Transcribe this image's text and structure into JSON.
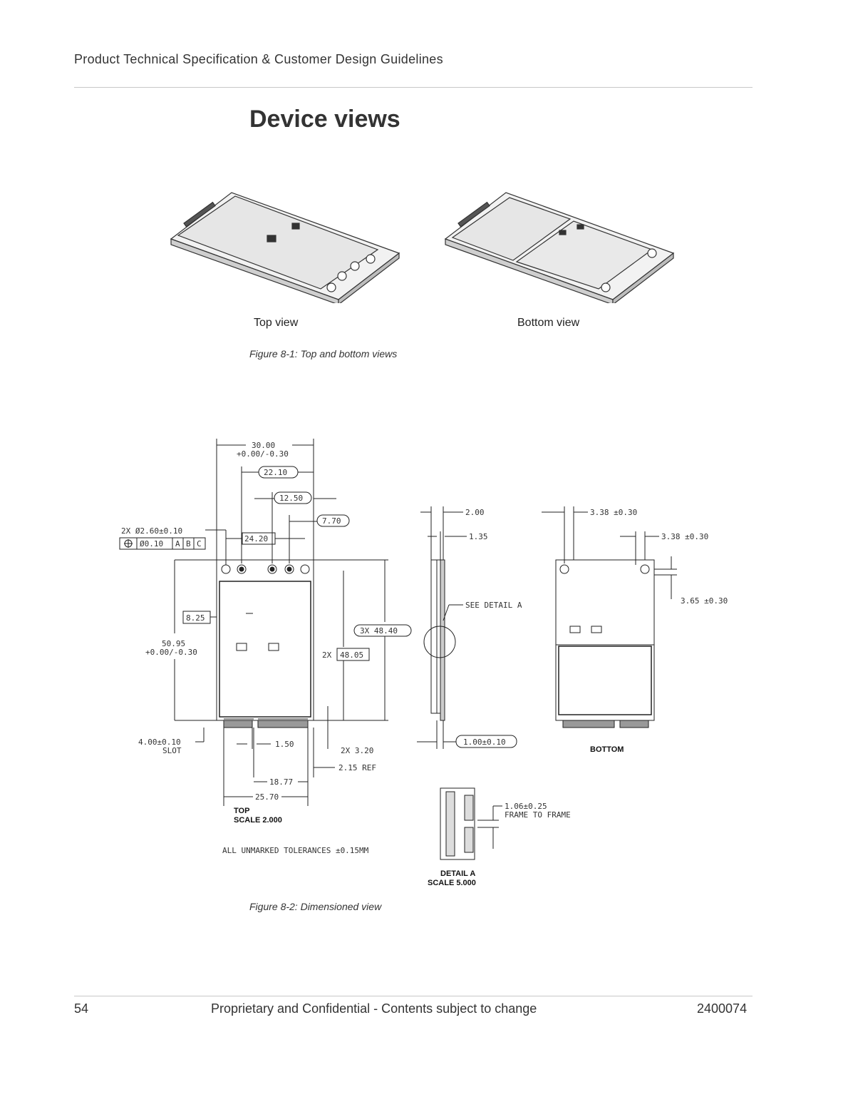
{
  "header": {
    "title": "Product Technical Specification & Customer Design Guidelines"
  },
  "section": {
    "title": "Device views"
  },
  "figure1": {
    "top_label": "Top view",
    "bottom_label": "Bottom view",
    "caption": "Figure 8-1:  Top and bottom views"
  },
  "figure2": {
    "caption": "Figure 8-2:  Dimensioned view",
    "dims": {
      "d30": "30.00",
      "d30tol": "+0.00/-0.30",
      "d2210": "22.10",
      "d1250": "12.50",
      "d770": "7.70",
      "d2420": "24.20",
      "hole": "2X Ø2.60±0.10",
      "fcf_pos": "Ø0.10",
      "fcf_a": "A",
      "fcf_b": "B",
      "fcf_c": "C",
      "d825": "8.25",
      "d5095": "50.95",
      "d5095tol": "+0.00/-0.30",
      "d3x4840": "3X 48.40",
      "d2x": "2X",
      "d4805": "48.05",
      "slot1": "4.00±0.10",
      "slot2": "SLOT",
      "d150": "1.50",
      "d2x320": "2X 3.20",
      "d215": "2.15 REF",
      "d1877": "18.77",
      "d2570": "25.70",
      "top1": "TOP",
      "top2": "SCALE  2.000",
      "tol": "ALL UNMARKED TOLERANCES ±0.15MM",
      "d200": "2.00",
      "d135": "1.35",
      "detail_ref": "SEE DETAIL  A",
      "d100": "1.00±0.10",
      "frame1": "1.06±0.25",
      "frame2": "FRAME TO FRAME",
      "detail1": "DETAIL  A",
      "detail2": "SCALE  5.000",
      "d338a": "3.38 ±0.30",
      "d338b": "3.38 ±0.30",
      "d365": "3.65 ±0.30",
      "bottom": "BOTTOM"
    }
  },
  "footer": {
    "page": "54",
    "notice": "Proprietary and Confidential - Contents subject to change",
    "doc_number": "2400074"
  }
}
